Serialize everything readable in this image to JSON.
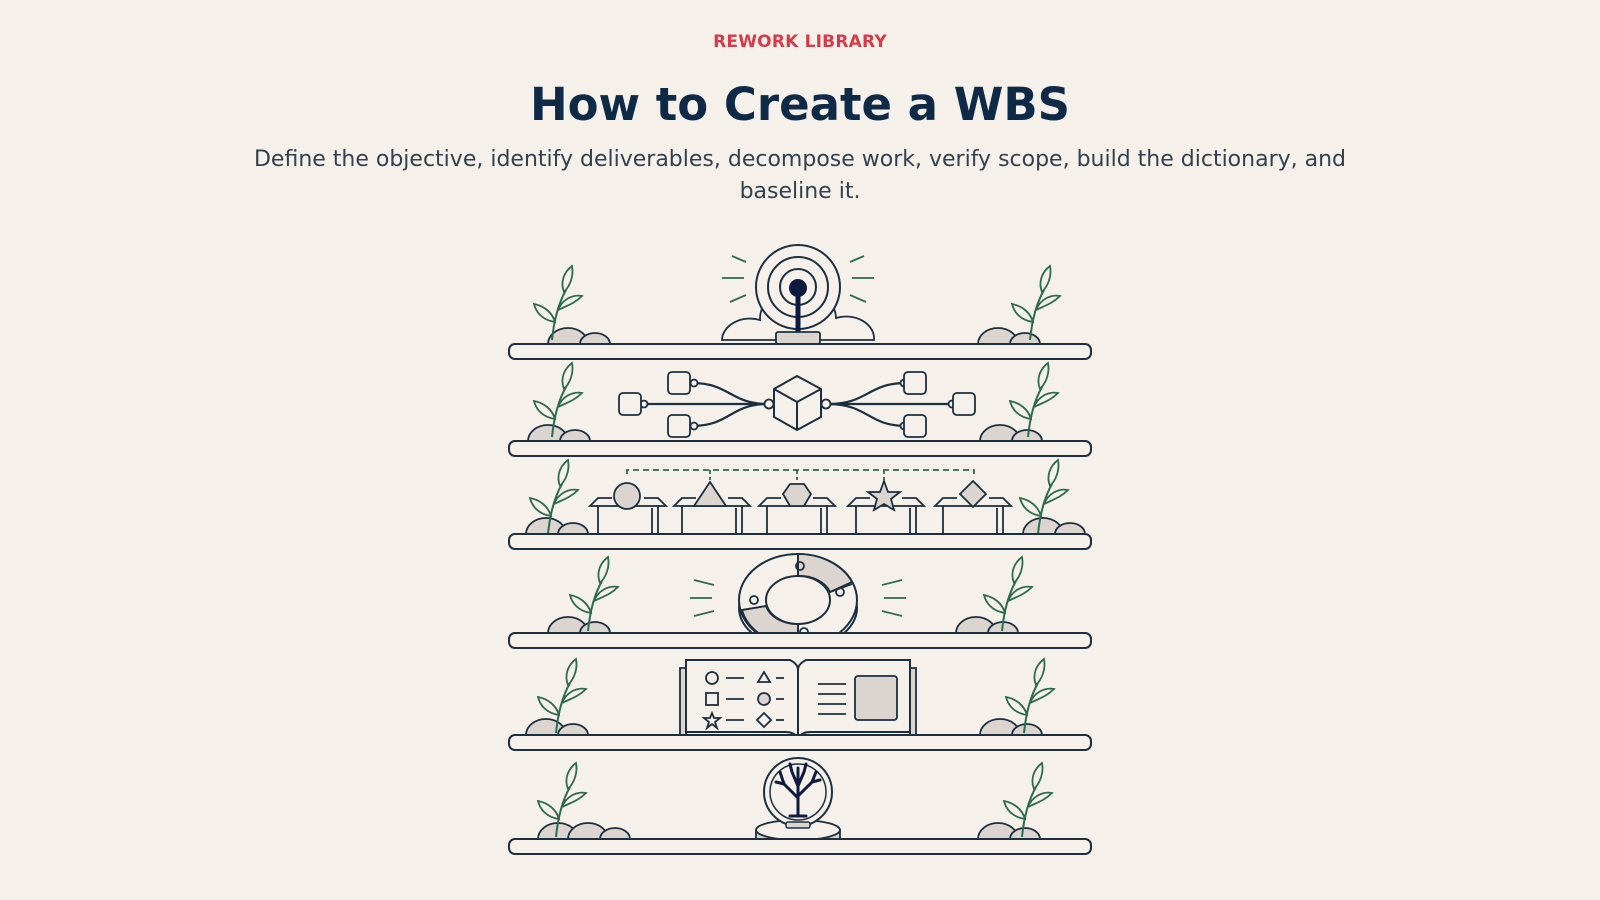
{
  "header": {
    "eyebrow": "REWORK LIBRARY",
    "title": "How to Create a WBS",
    "subtitle": "Define the objective, identify deliverables, decompose work, verify scope, build the dictionary, and baseline it."
  },
  "colors": {
    "background": "#f5f1ea",
    "eyebrow": "#d63b4a",
    "title": "#0f2a47",
    "ink": "#1c2f3f",
    "leaf_green": "#2d6a4f",
    "fill_grey": "#dcd5cf"
  },
  "illustration": {
    "shelves": [
      {
        "name": "shelf-objective",
        "icon": "target-beacon-icon"
      },
      {
        "name": "shelf-deliverables",
        "icon": "cube-branch-icon"
      },
      {
        "name": "shelf-decompose",
        "icon": "shape-boxes-icon"
      },
      {
        "name": "shelf-verify-scope",
        "icon": "puzzle-ring-icon"
      },
      {
        "name": "shelf-dictionary",
        "icon": "open-book-icon"
      },
      {
        "name": "shelf-baseline",
        "icon": "tree-globe-icon"
      }
    ]
  }
}
